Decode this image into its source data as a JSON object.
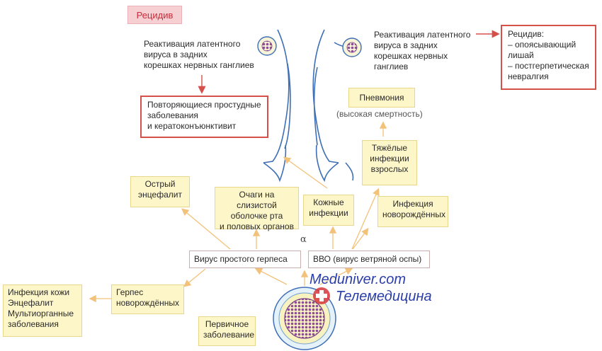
{
  "title": "Рецидив",
  "reactivation_left": "Реактивация латентного\nвируса в задних\nкорешках нервных ганглиев",
  "reactivation_right": "Реактивация латентного\nвируса в задних\nкорешках нервных\nганглиев",
  "relapse_box": {
    "heading": "Рецидив:",
    "items": [
      "– опоясывающий\n   лишай",
      "– постгерпетическая\n   невралгия"
    ]
  },
  "recurrent_box": "Повторяющиеся простудные\nзаболевания\nи кератоконъюнктивит",
  "pneumonia": "Пневмония",
  "pneumonia_note": "(высокая смертность)",
  "severe_infections": "Тяжёлые\nинфекции\nвзрослых",
  "encephalitis": "Острый\nэнцефалит",
  "mucosal_foci": "Очаги на слизистой\nоболочке рта\nи половых органов",
  "skin_infections": "Кожные\nинфекции",
  "newborn_infection": "Инфекция\nноворождённых",
  "alpha": "α",
  "hsv": "Вирус простого герпеса",
  "vzv": "ВВО (вирус ветряной оспы)",
  "newborn_herpes": "Герпес\nноворождённых",
  "neonatal_outcomes": "Инфекция кожи\nЭнцефалит\nМультиорганные\nзаболевания",
  "primary_disease": "Первичное\nзаболевание",
  "watermark": {
    "site": "Meduniver.com",
    "sub": "Телемедицина"
  },
  "colors": {
    "arrow_yellow": "#f2c27a",
    "arrow_red": "#d6504a",
    "nerve_blue": "#3f6fb5",
    "yellow_fill": "#fdf6c9",
    "title_fill": "#f6cfd2",
    "virus_purple": "#7b3f86"
  }
}
